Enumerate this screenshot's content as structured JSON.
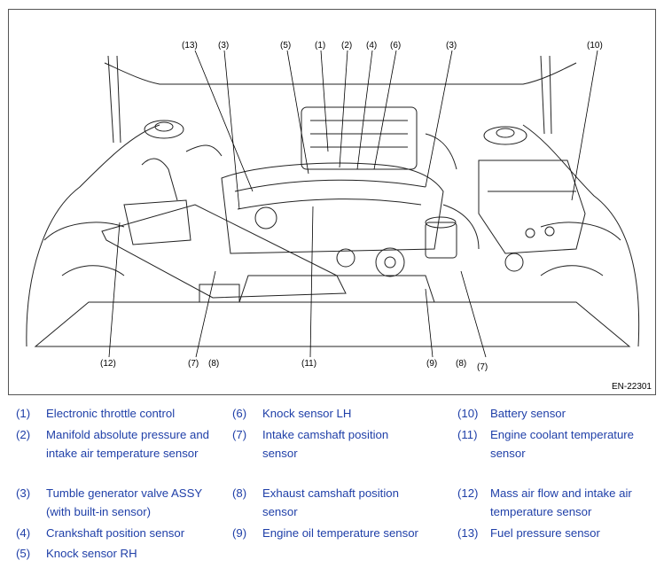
{
  "figure": {
    "id_label": "EN-22301",
    "callouts": [
      {
        "num": "(13)"
      },
      {
        "num": "(3)"
      },
      {
        "num": "(5)"
      },
      {
        "num": "(1)"
      },
      {
        "num": "(2)"
      },
      {
        "num": "(4)"
      },
      {
        "num": "(6)"
      },
      {
        "num": "(3)"
      },
      {
        "num": "(10)"
      },
      {
        "num": "(12)"
      },
      {
        "num": "(7)"
      },
      {
        "num": "(8)"
      },
      {
        "num": "(11)"
      },
      {
        "num": "(9)"
      },
      {
        "num": "(8)"
      },
      {
        "num": "(7)"
      }
    ]
  },
  "legend": {
    "items": [
      {
        "num": "(1)",
        "text": "Electronic throttle control"
      },
      {
        "num": "(2)",
        "text": "Manifold absolute pressure and intake air temperature sensor"
      },
      {
        "num": "(3)",
        "text": "Tumble generator valve ASSY (with built-in sensor)"
      },
      {
        "num": "(4)",
        "text": "Crankshaft position sensor"
      },
      {
        "num": "(5)",
        "text": "Knock sensor RH"
      },
      {
        "num": "(6)",
        "text": "Knock sensor LH"
      },
      {
        "num": "(7)",
        "text": "Intake camshaft position sensor"
      },
      {
        "num": "(8)",
        "text": "Exhaust camshaft position sensor"
      },
      {
        "num": "(9)",
        "text": "Engine oil temperature sensor"
      },
      {
        "num": "(10)",
        "text": "Battery sensor"
      },
      {
        "num": "(11)",
        "text": "Engine coolant temperature sensor"
      },
      {
        "num": "(12)",
        "text": "Mass air flow and intake air temperature sensor"
      },
      {
        "num": "(13)",
        "text": "Fuel pressure sensor"
      }
    ]
  }
}
